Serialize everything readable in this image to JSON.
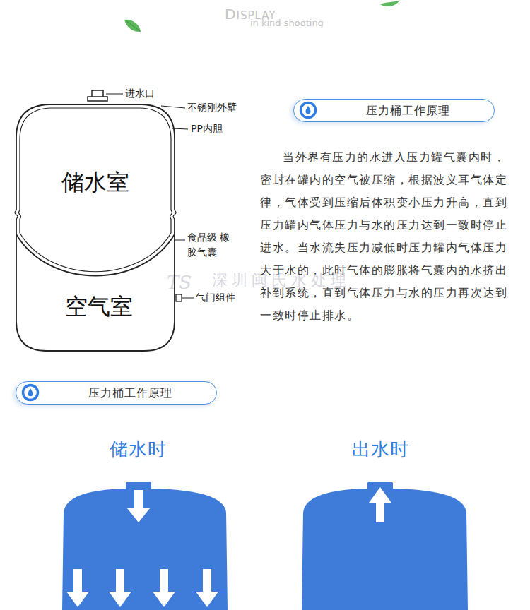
{
  "diagram": {
    "nodes": [
      {
        "text": [
          "储水室",
          "空气室"
        ]
      },
      {
        "text": [
          "压力桶工作原理"
        ]
      },
      {
        "text": [
          "压力桶工作原理"
        ]
      },
      {
        "text": [
          "储水时"
        ]
      },
      {
        "text": [
          "出水时"
        ]
      }
    ],
    "labels": [
      "DISPLAY",
      "in kind shooting",
      "进水口",
      "不锈刚外壁",
      "PP内胆",
      "食品级 橡胶气囊",
      "气门组件",
      "当外界有压力的水进入压力罐气囊内时，密封在罐内的空气被压缩，根据波义耳气体定律，气体受到压缩后体积变小压力升高，直到压力罐内气体压力与水的压力达到一致时停止进水。当水流失压力减低时压力罐内气体压力大于水的，此时气体的膨胀将气囊内的水挤出补到系统，直到气体压力与水的压力再次达到一致时停止排水。",
      "深圳闽氏水处理",
      "TS"
    ]
  }
}
